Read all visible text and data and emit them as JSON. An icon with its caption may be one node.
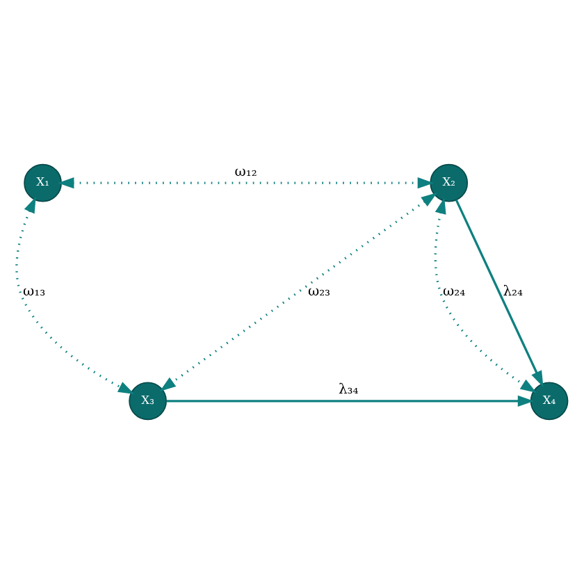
{
  "diagram": {
    "nodes": [
      {
        "text": [
          "X₁"
        ]
      },
      {
        "text": [
          "X₂"
        ]
      },
      {
        "text": [
          "X₃"
        ]
      },
      {
        "text": [
          "X₄"
        ]
      }
    ],
    "edges": [
      {
        "from": 0,
        "to": 1,
        "arrow": "both",
        "label": "ω₁₂",
        "style": "dashed"
      },
      {
        "from": 0,
        "to": 2,
        "arrow": "both",
        "label": "ω₁₃",
        "style": "dashed"
      },
      {
        "from": 1,
        "to": 2,
        "arrow": "both",
        "label": "ω₂₃",
        "style": "dashed"
      },
      {
        "from": 1,
        "to": 3,
        "arrow": "both",
        "label": "ω₂₄",
        "style": "dashed"
      },
      {
        "from": 1,
        "to": 3,
        "arrow": "to",
        "label": "λ₂₄"
      },
      {
        "from": 2,
        "to": 3,
        "arrow": "to",
        "label": "λ₃₄"
      }
    ]
  }
}
